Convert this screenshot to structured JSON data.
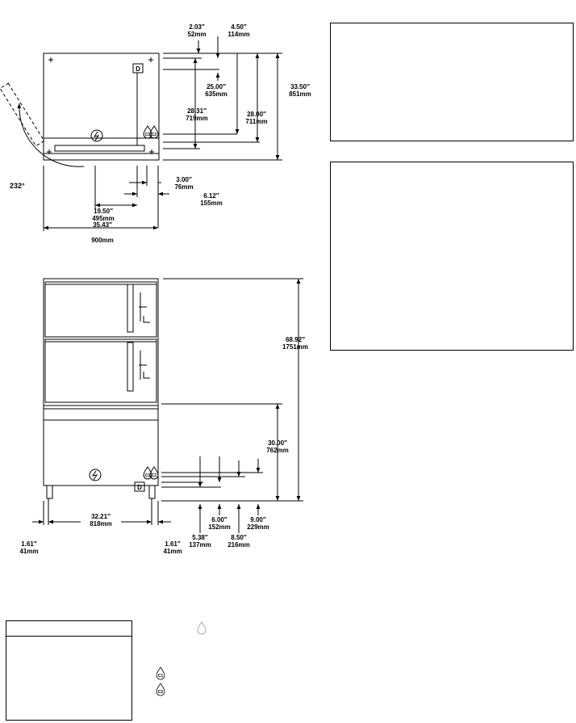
{
  "plan_view": {
    "dims": {
      "d_203": [
        "2.03″",
        "52mm"
      ],
      "d_450": [
        "4.50″",
        "114mm"
      ],
      "d_3350": [
        "33.50″",
        "851mm"
      ],
      "d_2500": [
        "25.00″",
        "635mm"
      ],
      "d_2831": [
        "28.31″",
        "719mm"
      ],
      "d_2800": [
        "28.00″",
        "711mm"
      ],
      "d_300": [
        "3.00″",
        "76mm"
      ],
      "d_612": [
        "6.12″",
        "155mm"
      ],
      "d_1950": [
        "19.50″",
        "495mm"
      ],
      "d_3543": [
        "35.43″",
        "900mm"
      ]
    },
    "swing_angle": "232°",
    "drain_label": "D",
    "water_labels": [
      "C1",
      "C2"
    ]
  },
  "front_view": {
    "dims": {
      "d_6892": [
        "68.92″",
        "1751mm"
      ],
      "d_3000": [
        "30.00″",
        "762mm"
      ],
      "d_600": [
        "6.00″",
        "152mm"
      ],
      "d_900": [
        "9.00″",
        "229mm"
      ],
      "d_538": [
        "5.38″",
        "137mm"
      ],
      "d_850": [
        "8.50″",
        "216mm"
      ],
      "d_3221": [
        "32.21″",
        "818mm"
      ],
      "d_161_left": [
        "1.61″",
        "41mm"
      ],
      "d_161_right": [
        "1.61″",
        "41mm"
      ]
    },
    "drain_label": "D",
    "water_labels": [
      "C1",
      "C2"
    ]
  },
  "legend": {
    "water_labels": [
      "C1",
      "C2"
    ]
  }
}
